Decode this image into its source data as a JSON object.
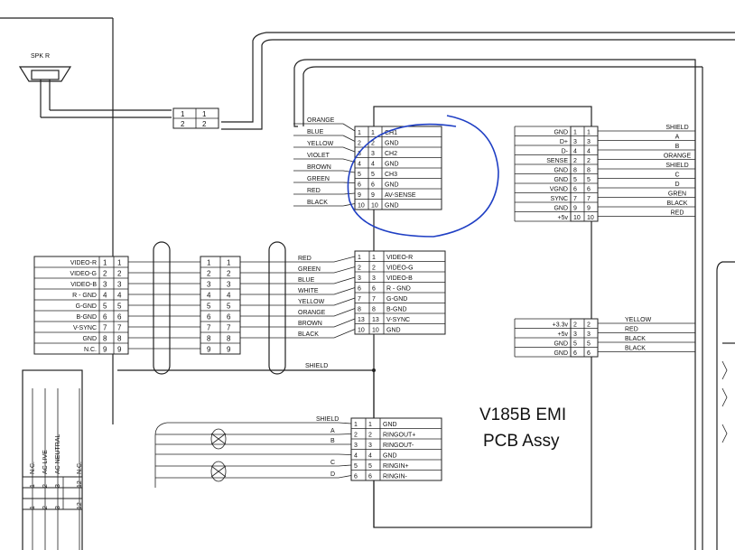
{
  "speaker": {
    "label": "SPK R"
  },
  "small_connector": {
    "pins": [
      "1",
      "2"
    ]
  },
  "wire_colors_audio": [
    "ORANGE",
    "BLUE",
    "YELLOW",
    "VIOLET",
    "BROWN",
    "GREEN",
    "RED",
    "BLACK"
  ],
  "audio_connector": {
    "rows": [
      {
        "p1": "1",
        "p2": "1",
        "sig": "CH1"
      },
      {
        "p1": "2",
        "p2": "2",
        "sig": "GND"
      },
      {
        "p1": "3",
        "p2": "3",
        "sig": "CH2"
      },
      {
        "p1": "4",
        "p2": "4",
        "sig": "GND"
      },
      {
        "p1": "5",
        "p2": "5",
        "sig": "CH3"
      },
      {
        "p1": "6",
        "p2": "6",
        "sig": "GND"
      },
      {
        "p1": "9",
        "p2": "9",
        "sig": "AV-SENSE"
      },
      {
        "p1": "10",
        "p2": "10",
        "sig": "GND"
      }
    ]
  },
  "right_top_connector": {
    "rows": [
      {
        "sig": "GND",
        "p1": "1",
        "p2": "1",
        "color": "SHIELD"
      },
      {
        "sig": "D+",
        "p1": "3",
        "p2": "3",
        "color": "A"
      },
      {
        "sig": "D-",
        "p1": "4",
        "p2": "4",
        "color": "B"
      },
      {
        "sig": "SENSE",
        "p1": "2",
        "p2": "2",
        "color": "ORANGE"
      },
      {
        "sig": "GND",
        "p1": "8",
        "p2": "8",
        "color": "SHIELD"
      },
      {
        "sig": "GND",
        "p1": "5",
        "p2": "5",
        "color": "C"
      },
      {
        "sig": "VGND",
        "p1": "6",
        "p2": "6",
        "color": "D"
      },
      {
        "sig": "SYNC",
        "p1": "7",
        "p2": "7",
        "color": "GREN"
      },
      {
        "sig": "GND",
        "p1": "9",
        "p2": "9",
        "color": "BLACK"
      },
      {
        "sig": "+5v",
        "p1": "10",
        "p2": "10",
        "color": "RED"
      }
    ]
  },
  "video_left_connector": {
    "rows": [
      {
        "sig": "VIDEO-R",
        "p1": "1",
        "p2": "1"
      },
      {
        "sig": "VIDEO-G",
        "p1": "2",
        "p2": "2"
      },
      {
        "sig": "VIDEO-B",
        "p1": "3",
        "p2": "3"
      },
      {
        "sig": "R - GND",
        "p1": "4",
        "p2": "4"
      },
      {
        "sig": "G-GND",
        "p1": "5",
        "p2": "5"
      },
      {
        "sig": "B-GND",
        "p1": "6",
        "p2": "6"
      },
      {
        "sig": "V-SYNC",
        "p1": "7",
        "p2": "7"
      },
      {
        "sig": "GND",
        "p1": "8",
        "p2": "8"
      },
      {
        "sig": "N.C.",
        "p1": "9",
        "p2": "9"
      }
    ]
  },
  "video_mid_connector": {
    "pins": [
      "1",
      "2",
      "3",
      "4",
      "5",
      "6",
      "7",
      "8",
      "9"
    ]
  },
  "wire_colors_video": [
    "RED",
    "GREEN",
    "BLUE",
    "WHITE",
    "YELLOW",
    "ORANGE",
    "BROWN",
    "BLACK"
  ],
  "video_right_connector": {
    "rows": [
      {
        "p1": "1",
        "p2": "1",
        "sig": "VIDEO-R"
      },
      {
        "p1": "2",
        "p2": "2",
        "sig": "VIDEO-G"
      },
      {
        "p1": "3",
        "p2": "3",
        "sig": "VIDEO-B"
      },
      {
        "p1": "6",
        "p2": "6",
        "sig": "R - GND"
      },
      {
        "p1": "7",
        "p2": "7",
        "sig": "G-GND"
      },
      {
        "p1": "8",
        "p2": "8",
        "sig": "B-GND"
      },
      {
        "p1": "13",
        "p2": "13",
        "sig": "V-SYNC"
      },
      {
        "p1": "10",
        "p2": "10",
        "sig": "GND"
      }
    ]
  },
  "shield_label": "SHIELD",
  "power_connector": {
    "rows": [
      {
        "sig": "+3.3v",
        "p1": "2",
        "p2": "2",
        "color": "YELLOW"
      },
      {
        "sig": "+5v",
        "p1": "3",
        "p2": "3",
        "color": "RED"
      },
      {
        "sig": "GND",
        "p1": "5",
        "p2": "5",
        "color": "BLACK"
      },
      {
        "sig": "GND",
        "p1": "6",
        "p2": "6",
        "color": "BLACK"
      }
    ]
  },
  "pcb_label": {
    "line1": "V185B EMI",
    "line2": "PCB Assy"
  },
  "ring_connector": {
    "wires": [
      "SHIELD",
      "A",
      "B",
      "",
      "C",
      "D"
    ],
    "rows": [
      {
        "p1": "1",
        "p2": "1",
        "sig": "GND"
      },
      {
        "p1": "2",
        "p2": "2",
        "sig": "RINGOUT+"
      },
      {
        "p1": "3",
        "p2": "3",
        "sig": "RINGOUT-"
      },
      {
        "p1": "4",
        "p2": "4",
        "sig": "GND"
      },
      {
        "p1": "5",
        "p2": "5",
        "sig": "RINGIN+"
      },
      {
        "p1": "6",
        "p2": "6",
        "sig": "RINGIN-"
      }
    ]
  },
  "ac_connector": {
    "labels": [
      "N.C.",
      "AC LIVE",
      "AC NEUTRAL",
      "N.C."
    ],
    "pins": [
      "1",
      "2",
      "3",
      "12"
    ]
  }
}
